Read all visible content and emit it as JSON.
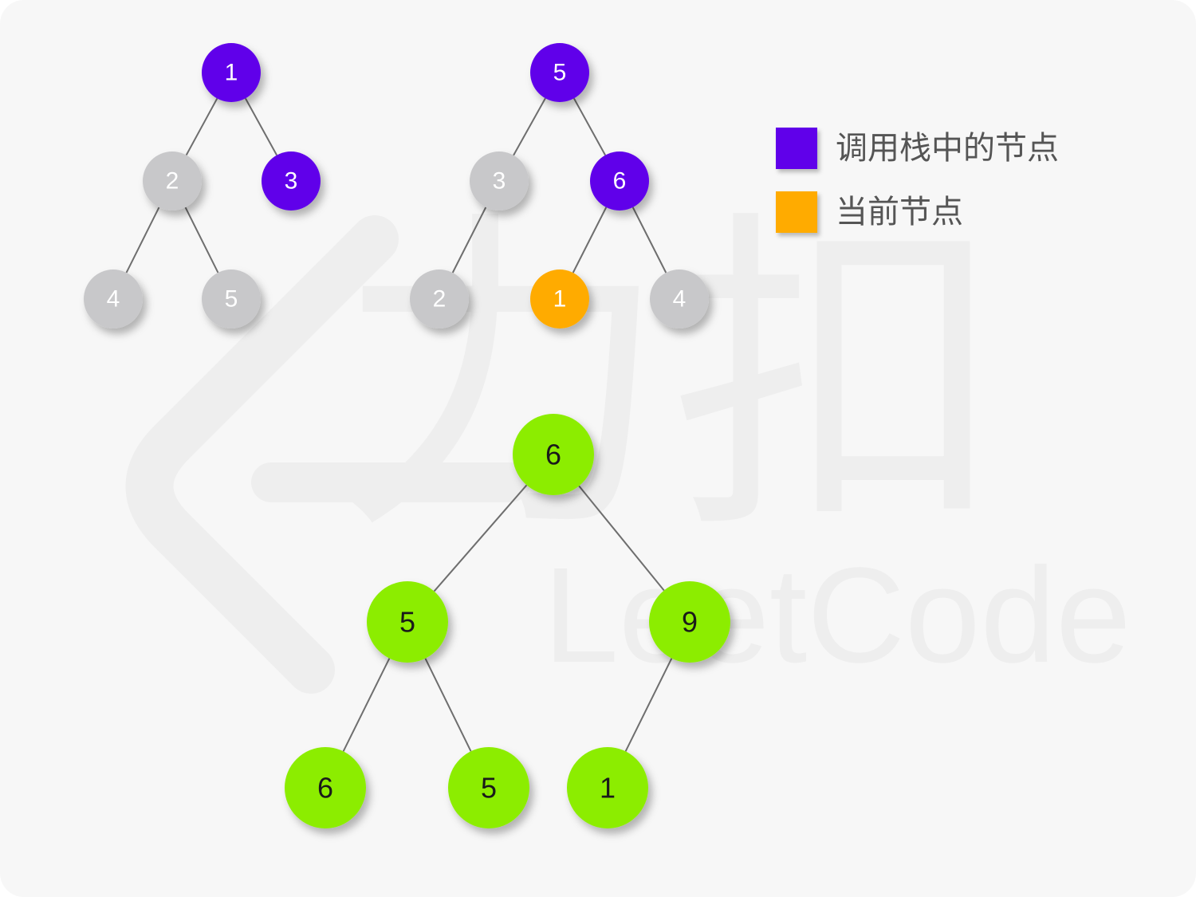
{
  "colors": {
    "stack": "#6000ea",
    "current": "#ffab00",
    "idle": "#c8c8ca",
    "result": "#8ced00",
    "edge": "#6e6e6e",
    "watermark": "#eeeeee"
  },
  "legend": {
    "stack_label": "调用栈中的节点",
    "current_label": "当前节点"
  },
  "watermark": {
    "cn": "力扣",
    "en": "LeetCode"
  },
  "trees": [
    {
      "id": "tree-a",
      "nodes": [
        {
          "id": "a1",
          "value": "1",
          "state": "stack"
        },
        {
          "id": "a2",
          "value": "2",
          "state": "idle"
        },
        {
          "id": "a3",
          "value": "3",
          "state": "stack"
        },
        {
          "id": "a4",
          "value": "4",
          "state": "idle"
        },
        {
          "id": "a5",
          "value": "5",
          "state": "idle"
        }
      ],
      "edges": [
        [
          "a1",
          "a2"
        ],
        [
          "a1",
          "a3"
        ],
        [
          "a2",
          "a4"
        ],
        [
          "a2",
          "a5"
        ]
      ]
    },
    {
      "id": "tree-b",
      "nodes": [
        {
          "id": "b5",
          "value": "5",
          "state": "stack"
        },
        {
          "id": "b3",
          "value": "3",
          "state": "idle"
        },
        {
          "id": "b6",
          "value": "6",
          "state": "stack"
        },
        {
          "id": "b2",
          "value": "2",
          "state": "idle"
        },
        {
          "id": "b1",
          "value": "1",
          "state": "current"
        },
        {
          "id": "b4",
          "value": "4",
          "state": "idle"
        }
      ],
      "edges": [
        [
          "b5",
          "b3"
        ],
        [
          "b5",
          "b6"
        ],
        [
          "b3",
          "b2"
        ],
        [
          "b6",
          "b1"
        ],
        [
          "b6",
          "b4"
        ]
      ]
    },
    {
      "id": "tree-c",
      "nodes": [
        {
          "id": "c6",
          "value": "6",
          "state": "result"
        },
        {
          "id": "c5",
          "value": "5",
          "state": "result"
        },
        {
          "id": "c9",
          "value": "9",
          "state": "result"
        },
        {
          "id": "c6b",
          "value": "6",
          "state": "result"
        },
        {
          "id": "c5b",
          "value": "5",
          "state": "result"
        },
        {
          "id": "c1",
          "value": "1",
          "state": "result"
        }
      ],
      "edges": [
        [
          "c6",
          "c5"
        ],
        [
          "c6",
          "c9"
        ],
        [
          "c5",
          "c6b"
        ],
        [
          "c5",
          "c5b"
        ],
        [
          "c9",
          "c1"
        ]
      ]
    }
  ]
}
